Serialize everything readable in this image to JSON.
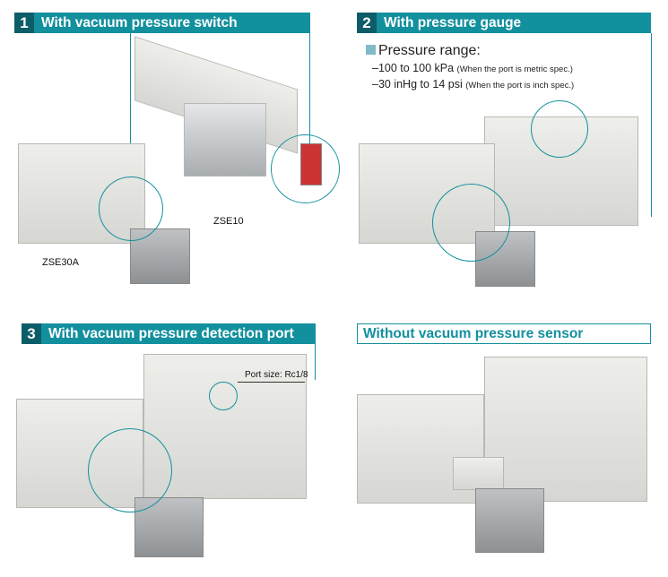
{
  "panels": [
    {
      "num": "1",
      "title": "With vacuum pressure switch",
      "labels": [
        "ZSE10",
        "ZSE30A"
      ]
    },
    {
      "num": "2",
      "title": "With pressure gauge",
      "spec_title": "Pressure range:",
      "specs": [
        {
          "value": "–100 to 100 kPa",
          "note": "(When the port is metric spec.)"
        },
        {
          "value": "–30 inHg to 14 psi",
          "note": "(When the port is inch spec.)"
        }
      ]
    },
    {
      "num": "3",
      "title": "With vacuum pressure detection port",
      "labels": [
        "Port size: Rc1/8"
      ]
    },
    {
      "title": "Without vacuum pressure sensor"
    }
  ],
  "colors": {
    "accent": "#13909e",
    "number_bg": "#0d5d68"
  }
}
